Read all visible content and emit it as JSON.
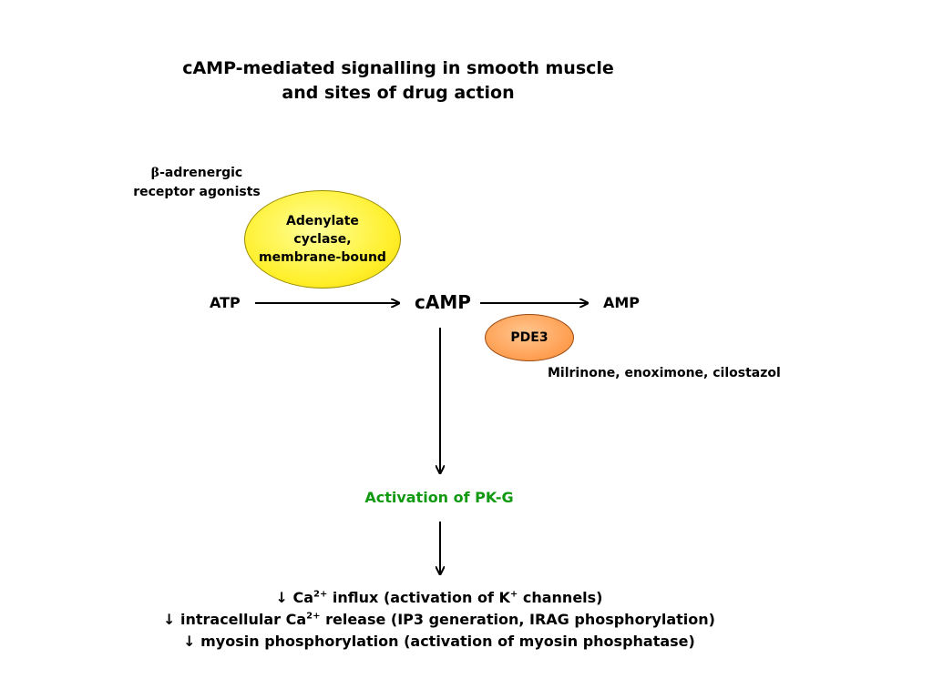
{
  "title": {
    "line1": "cAMP-mediated signalling in smooth muscle",
    "line2": "and sites of drug action"
  },
  "agonist": {
    "symbol": "β",
    "line1_rest": "-adrenergic",
    "line2": "receptor agonists"
  },
  "adenylate_cyclase": {
    "line1": "Adenylate",
    "line2": "cyclase,",
    "line3": "membrane-bound",
    "color": "#ffef2a"
  },
  "pathway": {
    "substrate": "ATP",
    "second_messenger": "cAMP",
    "product": "AMP"
  },
  "pde": {
    "label": "PDE3",
    "color": "#ff9a4a"
  },
  "inhibitors": "Milrinone, enoximone, cilostazol",
  "activation": {
    "label": "Activation of PK-G",
    "color": "#119911"
  },
  "effects": [
    {
      "arrow": "↓",
      "pre": " Ca",
      "sup": "2+",
      "mid": " influx (activation of K",
      "sup2": "+",
      "post": " channels)"
    },
    {
      "arrow": "↓",
      "pre": " intracellular Ca",
      "sup": "2+",
      "post": " release (IP3 generation, IRAG phosphorylation)"
    },
    {
      "arrow": "↓",
      "text": " myosin phosphorylation (activation of myosin phosphatase)"
    }
  ]
}
